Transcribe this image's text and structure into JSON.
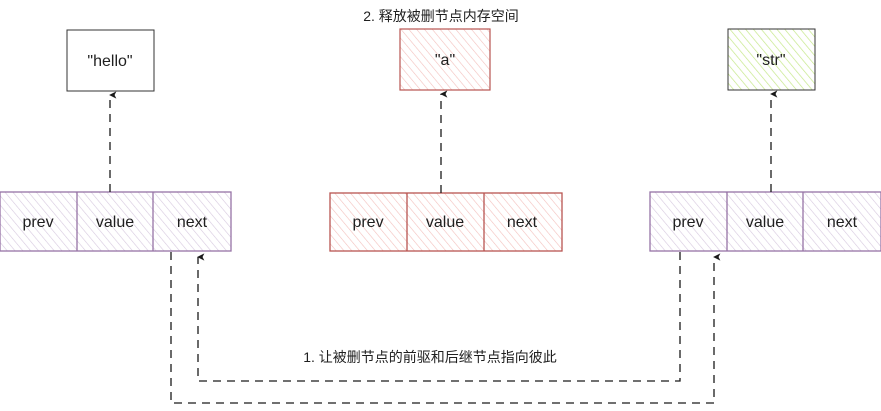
{
  "labels": {
    "step2": "2. 释放被删节点内存空间",
    "step1": "1. 让被删节点的前驱和后继节点指向彼此"
  },
  "values": [
    "\"hello\"",
    "\"a\"",
    "\"str\""
  ],
  "nodes": [
    {
      "prev": "prev",
      "value": "value",
      "next": "next"
    },
    {
      "prev": "prev",
      "value": "value",
      "next": "next"
    },
    {
      "prev": "prev",
      "value": "value",
      "next": "next"
    }
  ],
  "colors": {
    "normal_stroke": "#9673a6",
    "normal_fill": "#e1d5e7",
    "deleted_stroke": "#b85450",
    "deleted_fill": "#f8cecc",
    "str_fill": "#cdeb8b"
  }
}
